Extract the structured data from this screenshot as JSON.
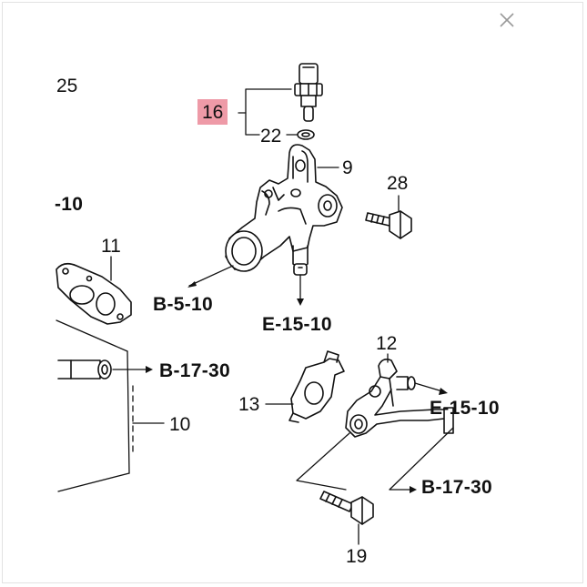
{
  "close_icon": "close-icon",
  "parts": {
    "p25": "25",
    "p16": "16",
    "p22": "22",
    "p9": "9",
    "p28": "28",
    "p11": "11",
    "p12": "12",
    "p13": "13",
    "p10": "10",
    "p19": "19"
  },
  "refs": {
    "r_10_left": "-10",
    "b_5_10": "B-5-10",
    "e_15_10_a": "E-15-10",
    "b_17_30_a": "B-17-30",
    "e_15_10_b": "E-15-10",
    "b_17_30_b": "B-17-30"
  },
  "colors": {
    "highlight": "#ee9aa7",
    "ink": "#111111"
  }
}
